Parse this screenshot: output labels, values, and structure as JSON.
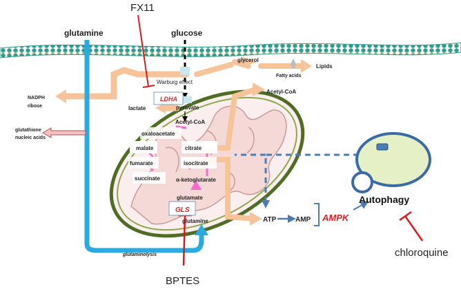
{
  "labels": {
    "fx11": "FX11",
    "glutamine_top": "glutamine",
    "glucose": "glucose",
    "glycerol": "glycerol",
    "lipids": "Lipids",
    "fatty_acids": "Fatty acids",
    "acetyl_coa_out": "Acetyl-CoA",
    "warburg": "Warburg effect",
    "ldha": "LDHA",
    "nadph": "NADPH",
    "ribose": "ribose",
    "lactate": "lactate",
    "pyruvate": "pyruvate",
    "acetyl_coa_in": "Acetyl-CoA",
    "glutathione": "glutathione",
    "nucleic_acids": "nucleic acids",
    "oxaloacetate": "oxaloacetate",
    "malate": "malate",
    "citrate": "citrate",
    "fumarate": "fumarate",
    "isocitrate": "isocitrate",
    "succinate": "succinate",
    "alpha_kg": "α-ketoglutarate",
    "glutamate": "glutamate",
    "gls": "GLS",
    "glutamine_in": "glutamine",
    "glutaminolysis": "glutaminolysis",
    "atp": "ATP",
    "amp": "AMP",
    "ampk": "AMPK",
    "autophagy": "Autophagy",
    "chloroquine": "chloroquine",
    "bptes": "BPTES"
  },
  "colors": {
    "membrane": "#2d9b8f",
    "flux_arrow": "#f7c49a",
    "glutamine_path": "#29abe2",
    "inhibitor": "#d9191f",
    "enzyme_text": "#e31e24",
    "signal": "#4a7cb8",
    "mito_outer": "#5a7a2a",
    "mito_inner": "#f4d9d7",
    "autophagosome": "#e6f0c6"
  }
}
